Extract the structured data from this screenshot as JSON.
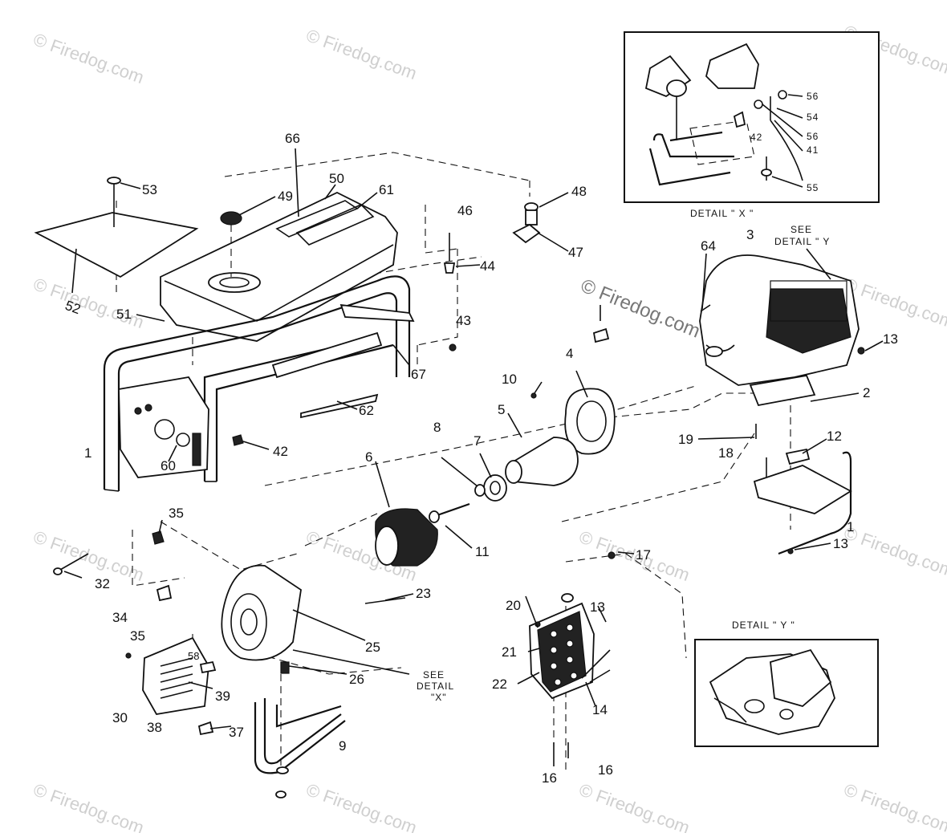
{
  "watermark": {
    "text": "© Firedog.com",
    "center_text": "© Firedog.com"
  },
  "details": {
    "x_title": "DETAIL \" X \"",
    "y_title": "DETAIL \" Y \"",
    "see_y_line1": "SEE",
    "see_y_line2": "DETAIL \" Y",
    "see_x_line1": "SEE",
    "see_x_line2": "DETAIL",
    "see_x_line3": "\"X\""
  },
  "callouts": {
    "c66": "66",
    "c50": "50",
    "c61": "61",
    "c49": "49",
    "c53": "53",
    "c52": "52",
    "c51": "51",
    "c48": "48",
    "c46": "46",
    "c44": "44",
    "c47": "47",
    "c43": "43",
    "c67": "67",
    "c62": "62",
    "c42a": "42",
    "c1a": "1",
    "c60": "60",
    "c10": "10",
    "c4": "4",
    "c5": "5",
    "c8": "8",
    "c7": "7",
    "c6": "6",
    "c11": "11",
    "c23": "23",
    "c35a": "35",
    "c32": "32",
    "c34": "34",
    "c35b": "35",
    "c58": "58",
    "c25": "25",
    "c26": "26",
    "c39": "39",
    "c30": "30",
    "c38": "38",
    "c37": "37",
    "c9": "9",
    "c20": "20",
    "c17": "17",
    "c13a": "13",
    "c21": "21",
    "c22": "22",
    "c14": "14",
    "c16a": "16",
    "c16b": "16",
    "c64": "64",
    "c3": "3",
    "c13b": "13",
    "c2": "2",
    "c19": "19",
    "c18": "18",
    "c12": "12",
    "c1b": "1",
    "c13c": "13",
    "dx56a": "56",
    "dx54": "54",
    "dx56b": "56",
    "dx41": "41",
    "dx42": "42",
    "dx55": "55"
  }
}
